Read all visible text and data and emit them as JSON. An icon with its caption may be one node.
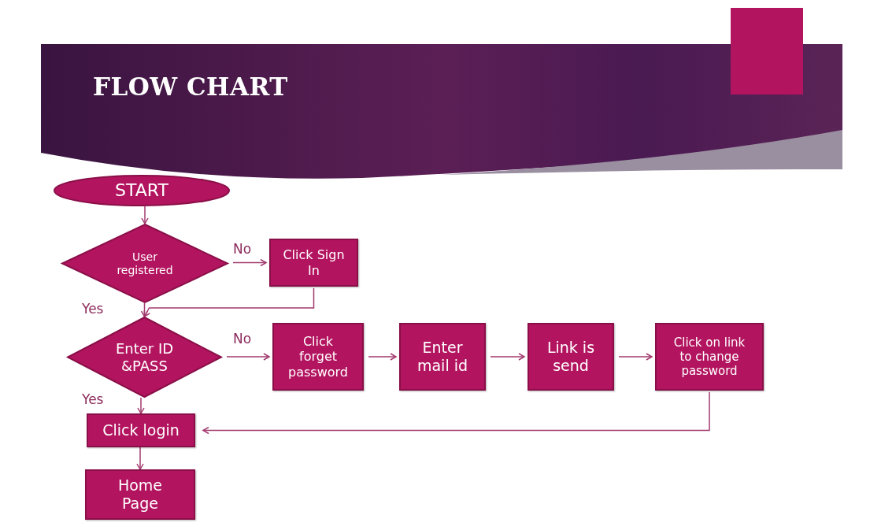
{
  "diagram": {
    "title": "FLOW CHART",
    "nodes": [
      {
        "text": [
          "START"
        ]
      },
      {
        "text": [
          "User registered"
        ]
      },
      {
        "text": [
          "Click Sign In"
        ]
      },
      {
        "text": [
          "Enter ID &PASS"
        ]
      },
      {
        "text": [
          "Click forget password"
        ]
      },
      {
        "text": [
          "Enter mail id"
        ]
      },
      {
        "text": [
          "Link is send"
        ]
      },
      {
        "text": [
          "Click on link to change password"
        ]
      },
      {
        "text": [
          "Click login"
        ]
      },
      {
        "text": [
          "Home Page"
        ]
      }
    ],
    "edges": [
      {
        "from": 0,
        "to": 1,
        "arrow": "to"
      },
      {
        "from": 1,
        "to": 2,
        "arrow": "to",
        "label": "No"
      },
      {
        "from": 2,
        "to": 3,
        "arrow": "to"
      },
      {
        "from": 1,
        "to": 3,
        "arrow": "to",
        "label": "Yes"
      },
      {
        "from": 3,
        "to": 4,
        "arrow": "to",
        "label": "No"
      },
      {
        "from": 4,
        "to": 5,
        "arrow": "to"
      },
      {
        "from": 5,
        "to": 6,
        "arrow": "to"
      },
      {
        "from": 6,
        "to": 7,
        "arrow": "to"
      },
      {
        "from": 7,
        "to": 8,
        "arrow": "to"
      },
      {
        "from": 3,
        "to": 8,
        "arrow": "to",
        "label": "Yes"
      },
      {
        "from": 8,
        "to": 9,
        "arrow": "to"
      }
    ]
  }
}
